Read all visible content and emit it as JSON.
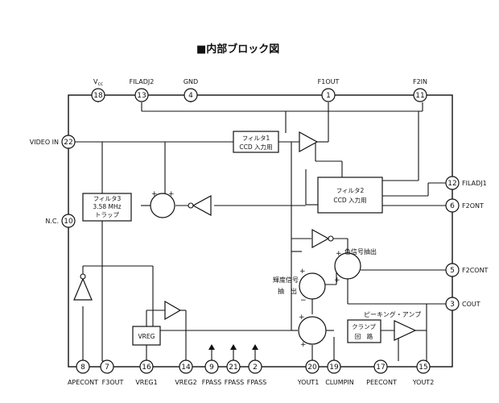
{
  "title": "■内部ブロック図",
  "pins": [
    {
      "num": "18",
      "label": "Vcc"
    },
    {
      "num": "13",
      "label": "FILADJ2"
    },
    {
      "num": "4",
      "label": "GND"
    },
    {
      "num": "1",
      "label": "F1OUT"
    },
    {
      "num": "11",
      "label": "F2IN"
    },
    {
      "num": "22",
      "label": "VIDEO IN"
    },
    {
      "num": "10",
      "label": "N.C."
    },
    {
      "num": "12",
      "label": "FILADJ1"
    },
    {
      "num": "6",
      "label": "F2ONT"
    },
    {
      "num": "5",
      "label": "F2CONT"
    },
    {
      "num": "3",
      "label": "COUT"
    },
    {
      "num": "8",
      "label": "APECONT"
    },
    {
      "num": "7",
      "label": "F3OUT"
    },
    {
      "num": "16",
      "label": "VREG1"
    },
    {
      "num": "14",
      "label": "VREG2"
    },
    {
      "num": "9",
      "label": "FPASS"
    },
    {
      "num": "21",
      "label": "FPASS"
    },
    {
      "num": "2",
      "label": "FPASS"
    },
    {
      "num": "20",
      "label": "YOUT1"
    },
    {
      "num": "19",
      "label": "CLUMPIN"
    },
    {
      "num": "17",
      "label": "PEECONT"
    },
    {
      "num": "15",
      "label": "YOUT2"
    }
  ],
  "blocks": {
    "filter1": [
      "フィルタ1",
      "CCD 入力用"
    ],
    "filter2": [
      "フィルタ2",
      "CCD 入力用"
    ],
    "filter3": [
      "フィルタ3",
      "3.58 MHz",
      "トラップ"
    ],
    "vreg": "VREG",
    "clamp": [
      "クランプ",
      "回　路"
    ]
  },
  "labels": {
    "color_extract": "色信号抽出",
    "luma_extract": [
      "輝度信号",
      "抽　出"
    ],
    "peaking_amp": "ピーキング・アンプ"
  }
}
